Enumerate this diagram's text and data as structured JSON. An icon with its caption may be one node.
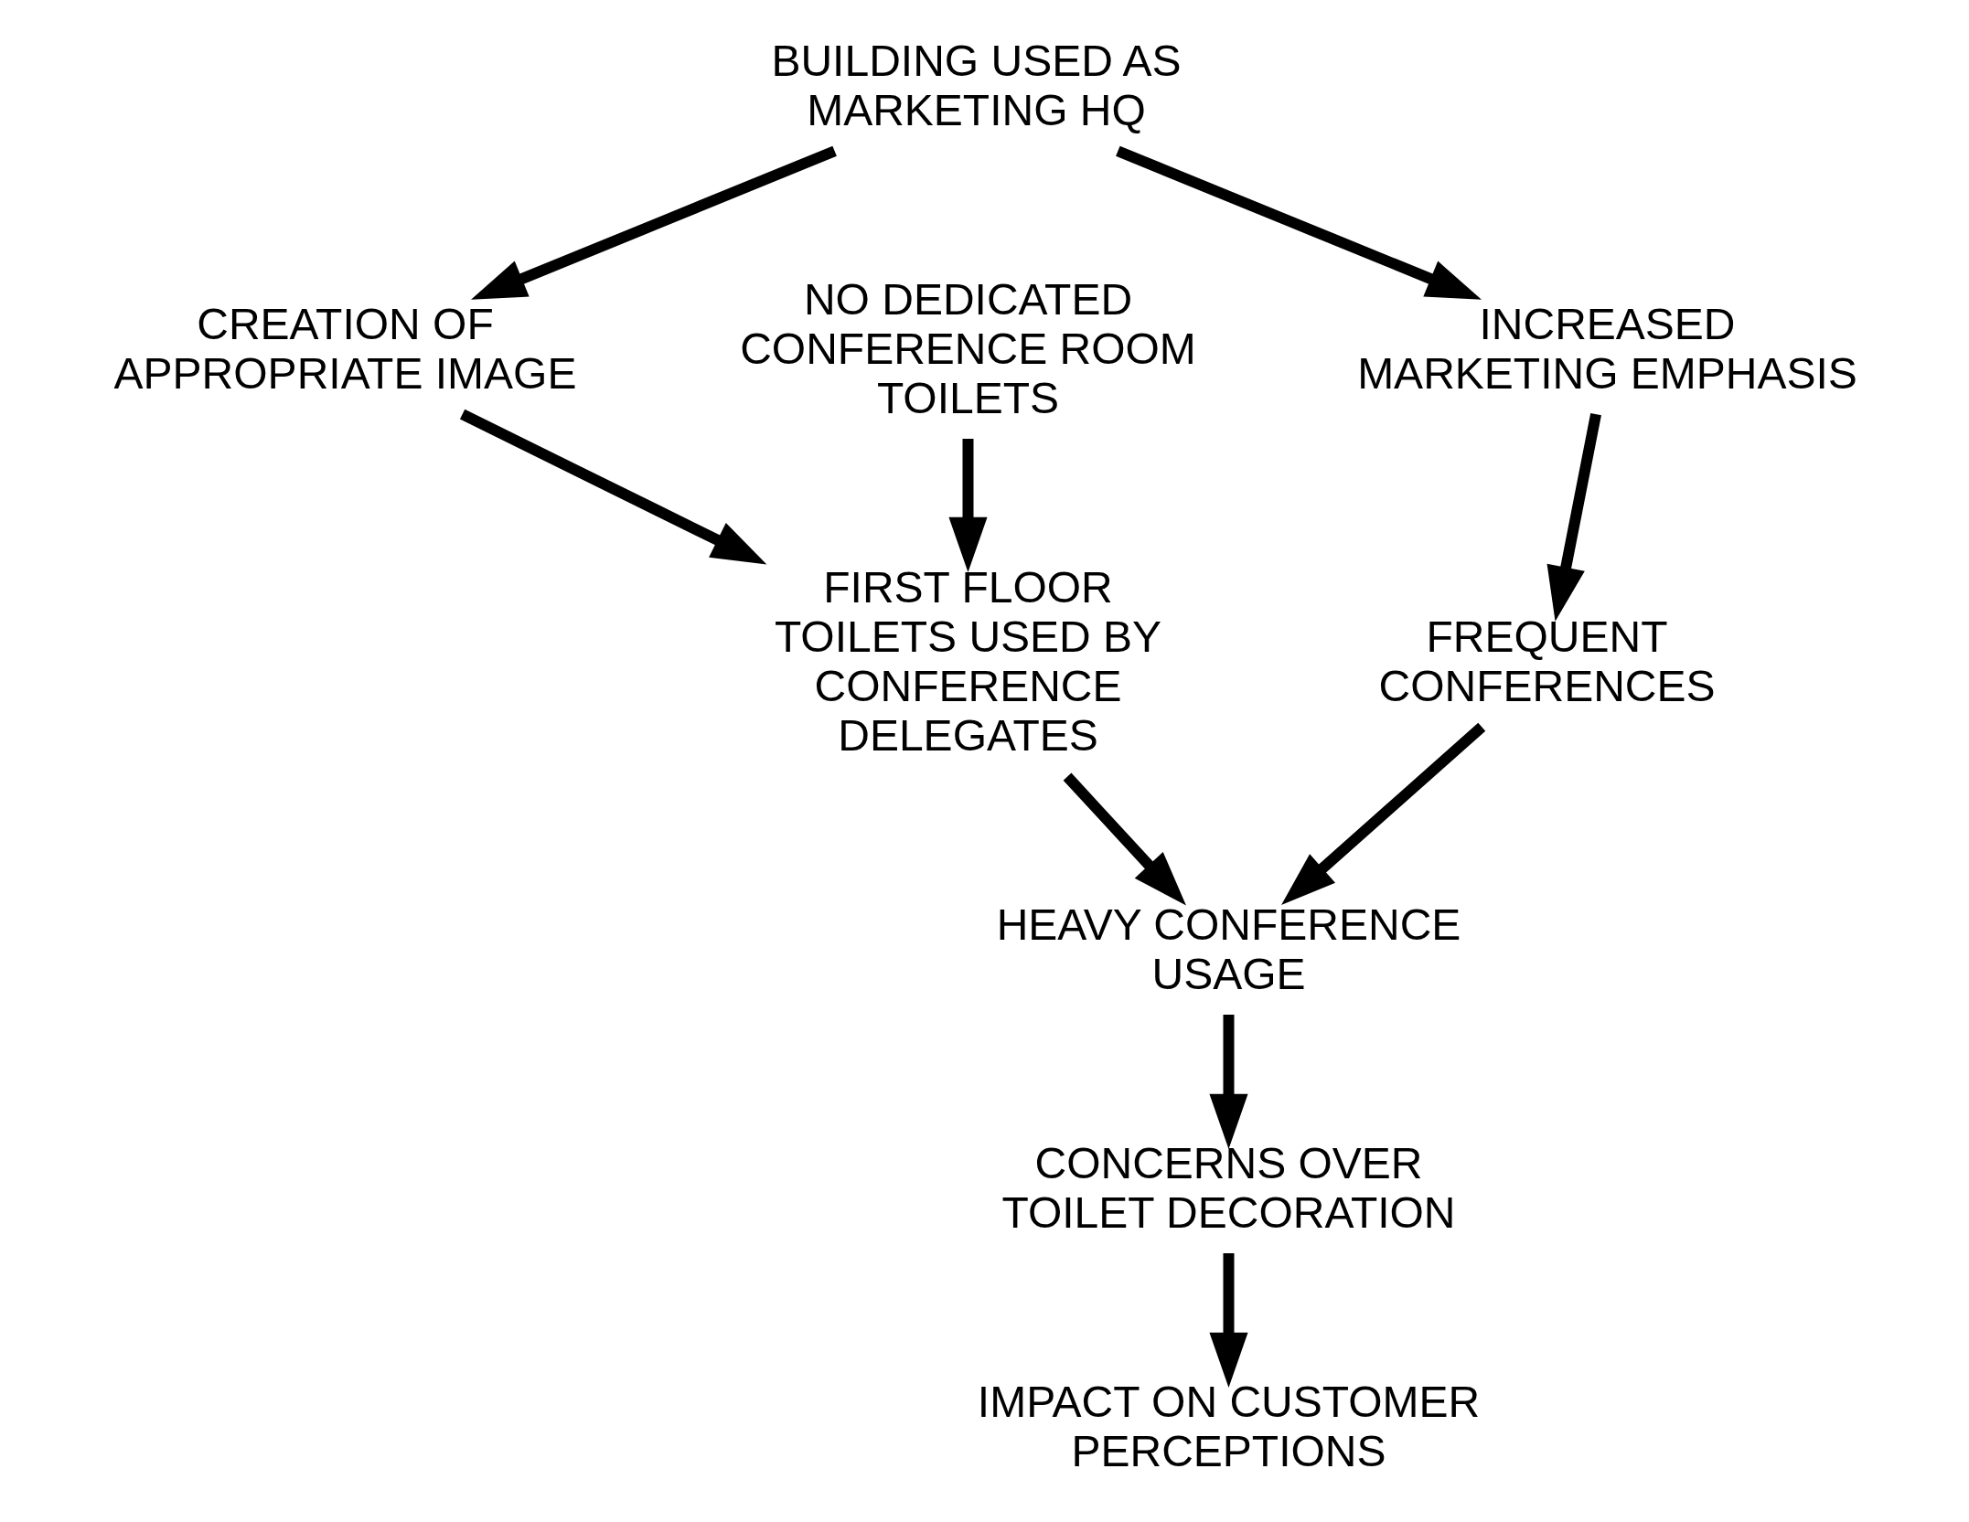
{
  "diagram": {
    "nodes": [
      {
        "text": [
          "BUILDING USED AS MARKETING HQ"
        ]
      },
      {
        "text": [
          "CREATION OF APPROPRIATE IMAGE"
        ]
      },
      {
        "text": [
          "INCREASED MARKETING EMPHASIS"
        ]
      },
      {
        "text": [
          "FIRST FLOOR TOILETS USED BY CONFERENCE DELEGATES"
        ]
      },
      {
        "text": [
          "FREQUENT CONFERENCES"
        ]
      },
      {
        "text": [
          "NO DEDICATED CONFERENCE ROOM TOILETS"
        ]
      },
      {
        "text": [
          "HEAVY CONFERENCE USAGE"
        ]
      },
      {
        "text": [
          "CONCERNS OVER TOILET DECORATION"
        ]
      },
      {
        "text": [
          "IMPACT ON CUSTOMER PERCEPTIONS"
        ]
      }
    ],
    "edges": [
      {
        "from": 0,
        "to": 1,
        "arrow": "to"
      },
      {
        "from": 0,
        "to": 2,
        "arrow": "to"
      },
      {
        "from": 1,
        "to": 3,
        "arrow": "to"
      },
      {
        "from": 2,
        "to": 4,
        "arrow": "to"
      },
      {
        "from": 5,
        "to": 3,
        "arrow": "to"
      },
      {
        "from": 3,
        "to": 6,
        "arrow": "to"
      },
      {
        "from": 4,
        "to": 6,
        "arrow": "to"
      },
      {
        "from": 6,
        "to": 7,
        "arrow": "to"
      },
      {
        "from": 7,
        "to": 8,
        "arrow": "to"
      }
    ]
  }
}
